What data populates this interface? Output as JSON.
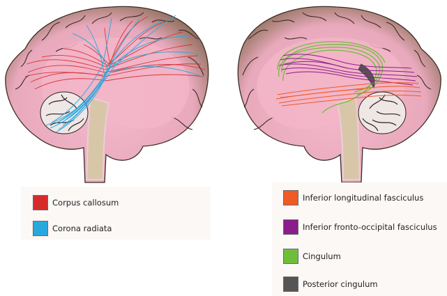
{
  "colors": {
    "background": "#ffffff",
    "brain_outer": "#8f6f5d",
    "brain_inner": "#f1b2c6",
    "brainstem": "#d8c6a8",
    "sulci": "#2d211b"
  },
  "left_legend": {
    "items": [
      {
        "label": "Corpus callosum",
        "color": "#d62b2b"
      },
      {
        "label": "Corona radiata",
        "color": "#2aa8dd"
      }
    ]
  },
  "right_legend": {
    "items": [
      {
        "label": "Inferior longitudinal fasciculus",
        "color": "#f05a24"
      },
      {
        "label": "Inferior fronto-occipital fasciculus",
        "color": "#8b1c8b"
      },
      {
        "label": "Cingulum",
        "color": "#6fbe3b"
      },
      {
        "label": "Posterior cingulum",
        "color": "#555555"
      }
    ]
  }
}
